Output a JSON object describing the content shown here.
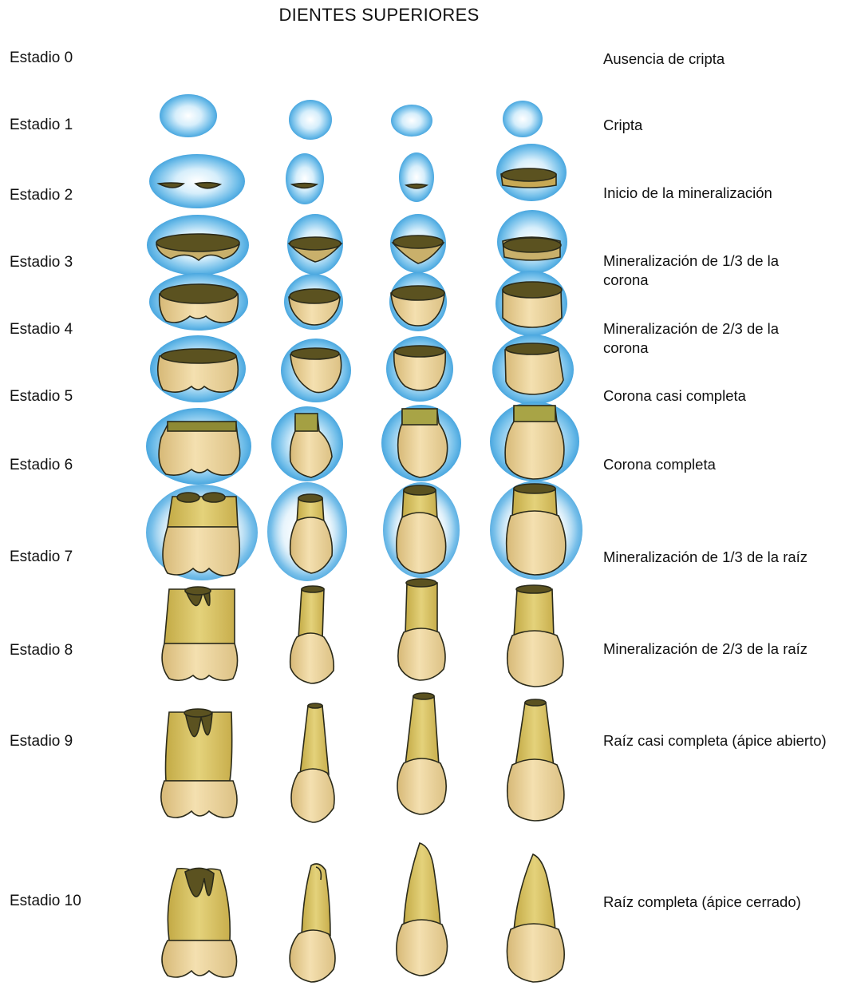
{
  "title": "DIENTES SUPERIORES",
  "stages": [
    {
      "label": "Estadio 0",
      "description": "Ausencia de cripta"
    },
    {
      "label": "Estadio 1",
      "description": "Cripta"
    },
    {
      "label": "Estadio 2",
      "description": "Inicio de la mineralización"
    },
    {
      "label": "Estadio 3",
      "description": "Mineralización de 1/3 de la corona"
    },
    {
      "label": "Estadio 4",
      "description": "Mineralización de 2/3 de la corona"
    },
    {
      "label": "Estadio 5",
      "description": "Corona casi completa"
    },
    {
      "label": "Estadio 6",
      "description": "Corona completa"
    },
    {
      "label": "Estadio 7",
      "description": "Mineralización  de 1/3 de la raíz"
    },
    {
      "label": "Estadio 8",
      "description": "Mineralización  de 2/3 de la raíz"
    },
    {
      "label": "Estadio 9",
      "description": "Raíz casi completa (ápice abierto)"
    },
    {
      "label": "Estadio 10",
      "description": "Raíz completa (ápice cerrado)"
    }
  ],
  "tooth_columns": [
    "molar",
    "premolar",
    "canine",
    "incisor"
  ],
  "colors": {
    "crypt": "#5ab3e6",
    "enamel_cap": "#5b5220",
    "crown": "#ecd49a",
    "root": "#d8c25e",
    "outline": "#2a2a1a"
  }
}
